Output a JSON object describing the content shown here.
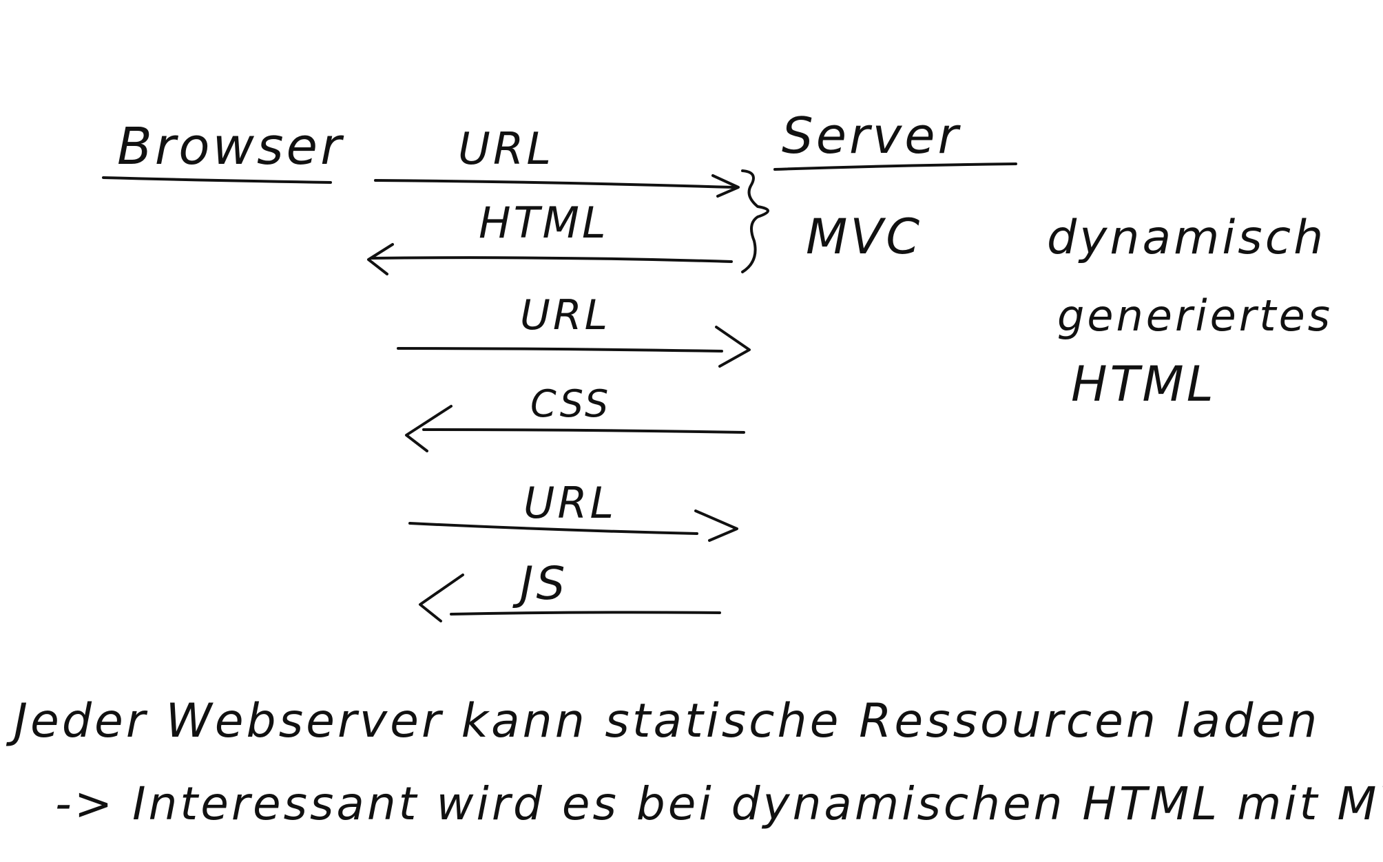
{
  "columns": {
    "left": "Browser",
    "right": "Server"
  },
  "messages": [
    {
      "label": "URL",
      "direction": "to-server"
    },
    {
      "label": "HTML",
      "direction": "to-browser"
    },
    {
      "label": "URL",
      "direction": "to-server"
    },
    {
      "label": "CSS",
      "direction": "to-browser"
    },
    {
      "label": "URL",
      "direction": "to-server"
    },
    {
      "label": "JS",
      "direction": "to-browser"
    }
  ],
  "server_label": "MVC",
  "note": {
    "line1": "dynamisch",
    "line2": "generiertes",
    "line3": "HTML"
  },
  "footer": {
    "line1": "Jeder Webserver kann statische Ressourcen laden",
    "line2": "-> Interessant wird es bei dynamischen HTML mit MVC"
  }
}
